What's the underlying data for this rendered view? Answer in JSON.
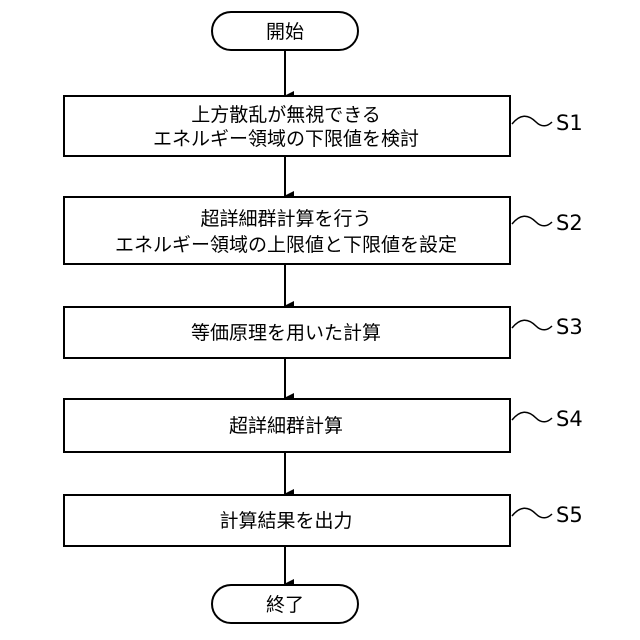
{
  "flowchart": {
    "start": "開始",
    "end": "終了",
    "steps": [
      {
        "label": "S1",
        "lines": [
          "上方散乱が無視できる",
          "エネルギー領域の下限値を検討"
        ]
      },
      {
        "label": "S2",
        "lines": [
          "超詳細群計算を行う",
          "エネルギー領域の上限値と下限値を設定"
        ]
      },
      {
        "label": "S3",
        "lines": [
          "等価原理を用いた計算"
        ]
      },
      {
        "label": "S4",
        "lines": [
          "超詳細群計算"
        ]
      },
      {
        "label": "S5",
        "lines": [
          "計算結果を出力"
        ]
      }
    ]
  }
}
